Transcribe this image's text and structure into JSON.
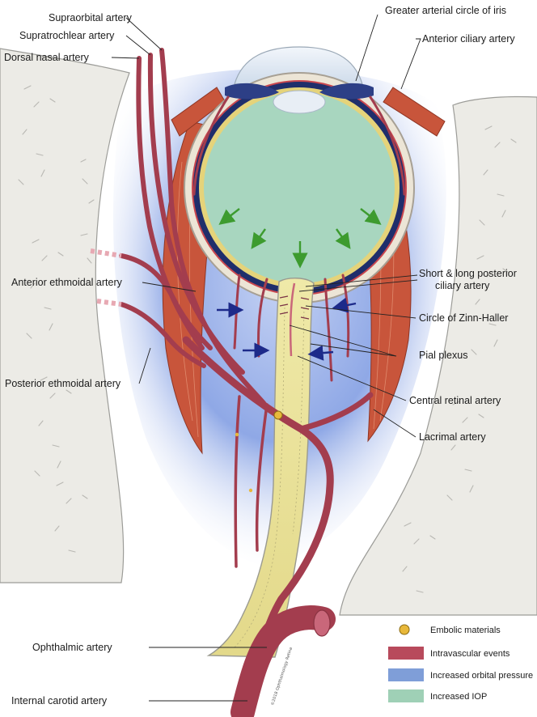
{
  "labels": {
    "supraorbital": "Supraorbital artery",
    "supratrochlear": "Supratrochlear artery",
    "dorsal_nasal": "Dorsal nasal artery",
    "greater_circle": "Greater arterial circle of iris",
    "anterior_ciliary": "Anterior ciliary artery",
    "anterior_ethmoidal": "Anterior ethmoidal artery",
    "short_long_posterior_1": "Short & long posterior",
    "short_long_posterior_2": "ciliary artery",
    "zinn_haller": "Circle of Zinn-Haller",
    "pial_plexus": "Pial plexus",
    "posterior_ethmoidal": "Posterior ethmoidal artery",
    "central_retinal": "Central retinal artery",
    "lacrimal": "Lacrimal artery",
    "ophthalmic": "Ophthalmic artery",
    "internal_carotid": "Internal carotid artery"
  },
  "legend": [
    {
      "label": "Embolic materials",
      "color": "#e8b83a",
      "shape": "dot"
    },
    {
      "label": "Intravascular events",
      "color": "#b84a5c",
      "shape": "box"
    },
    {
      "label": "Increased orbital pressure",
      "color": "#7f9ed8",
      "shape": "box"
    },
    {
      "label": "Increased IOP",
      "color": "#9fd0b6",
      "shape": "box"
    }
  ],
  "credit": "©2018 Ophthalmology Retina",
  "colors": {
    "orbital_pressure": "#8fa8e6",
    "vitreous": "#a8d6bf",
    "artery": "#a33d4e",
    "optic_nerve": "#ece69e",
    "green_arrow": "#3d9b2f",
    "blue_arrow": "#1d2a8a"
  }
}
